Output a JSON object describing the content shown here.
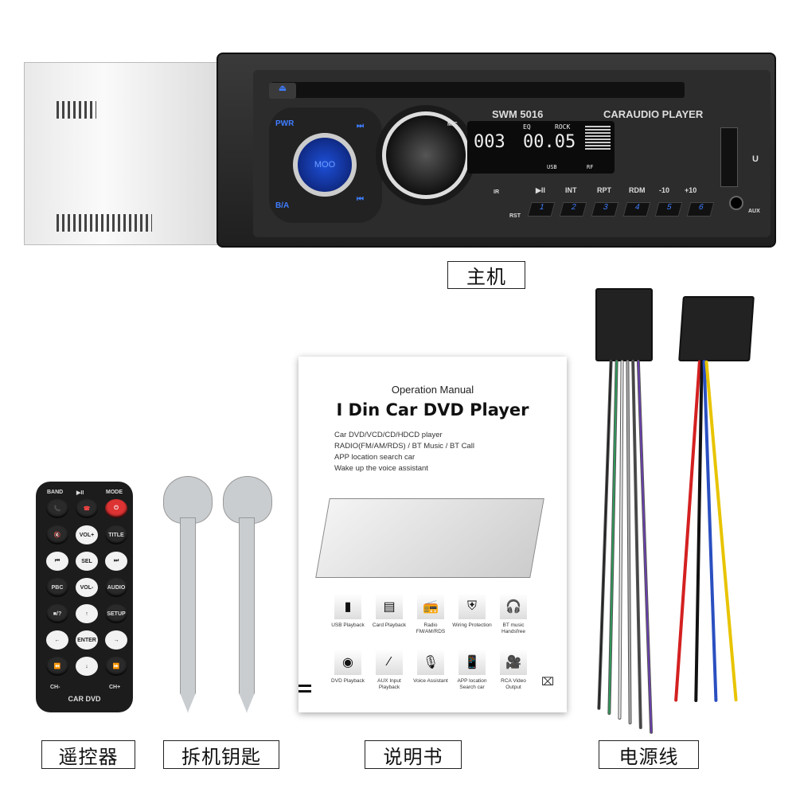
{
  "head_unit": {
    "model": "SWM 5016",
    "brand_text": "CARAUDIO PLAYER",
    "mic": "MIC",
    "ir": "IR",
    "rst": "RST",
    "aux": "AUX",
    "usb": "U",
    "center_button": "MOO",
    "pwr": "PWR",
    "ba": "B/A",
    "display": {
      "track": "003",
      "time": "00.05",
      "eq": "EQ",
      "eq_mode": "ROCK",
      "usb_indicator": "USB",
      "rf": "RF"
    },
    "function_labels": [
      "▶II",
      "INT",
      "RPT",
      "RDM",
      "-10",
      "+10"
    ],
    "preset_buttons": [
      "1",
      "2",
      "3",
      "4",
      "5",
      "6"
    ],
    "accent_color": "#3f7dff"
  },
  "remote": {
    "label": "CAR DVD",
    "rows": [
      [
        "BAND",
        "▶II",
        "MODE"
      ],
      [
        "📞",
        "☎",
        "⏻"
      ],
      [
        "🔇",
        "VOL+",
        "TITLE"
      ],
      [
        "⏮",
        "SEL",
        "⏭"
      ],
      [
        "PBC",
        "VOL-",
        "AUDIO"
      ],
      [
        "■/?",
        "↑",
        "SETUP"
      ],
      [
        "←",
        "ENTER",
        "→"
      ],
      [
        "⏪",
        "↓",
        "⏩"
      ]
    ],
    "bottom_labels": [
      "CH-",
      "CH+"
    ]
  },
  "manual": {
    "heading": "Operation Manual",
    "title": "I Din Car DVD Player",
    "features": [
      "Car DVD/VCD/CD/HDCD player",
      "RADIO(FM/AM/RDS) / BT Music / BT Call",
      "APP location search car",
      "Wake up the voice assistant"
    ],
    "icons": [
      {
        "icon": "usb-icon",
        "glyph": "▮",
        "label": "USB Playback"
      },
      {
        "icon": "sd-card-icon",
        "glyph": "▤",
        "label": "Card Playback"
      },
      {
        "icon": "radio-icon",
        "glyph": "📻",
        "label": "Radio FM/AM/RDS"
      },
      {
        "icon": "shield-icon",
        "glyph": "⛨",
        "label": "Wiring Protection"
      },
      {
        "icon": "headphones-icon",
        "glyph": "🎧",
        "label": "BT music Handsfree"
      },
      {
        "icon": "disc-icon",
        "glyph": "◉",
        "label": "DVD Playback"
      },
      {
        "icon": "aux-cable-icon",
        "glyph": "∕",
        "label": "AUX Input Playback"
      },
      {
        "icon": "microphone-icon",
        "glyph": "🎙",
        "label": "Voice Assistant"
      },
      {
        "icon": "phone-location-icon",
        "glyph": "📱",
        "label": "APP location Search car"
      },
      {
        "icon": "camera-icon",
        "glyph": "🎥",
        "label": "RCA Video Output"
      }
    ]
  },
  "captions": {
    "head_unit": "主机",
    "remote": "遥控器",
    "keys": "拆机钥匙",
    "manual": "说明书",
    "harness": "电源线"
  },
  "wire_colors": {
    "left": [
      "#222",
      "#2e9a5a",
      "#eee",
      "#aaa",
      "#444",
      "#6a3fb0"
    ],
    "right": [
      "#d42020",
      "#111",
      "#2a4fc0",
      "#e8c400"
    ]
  }
}
